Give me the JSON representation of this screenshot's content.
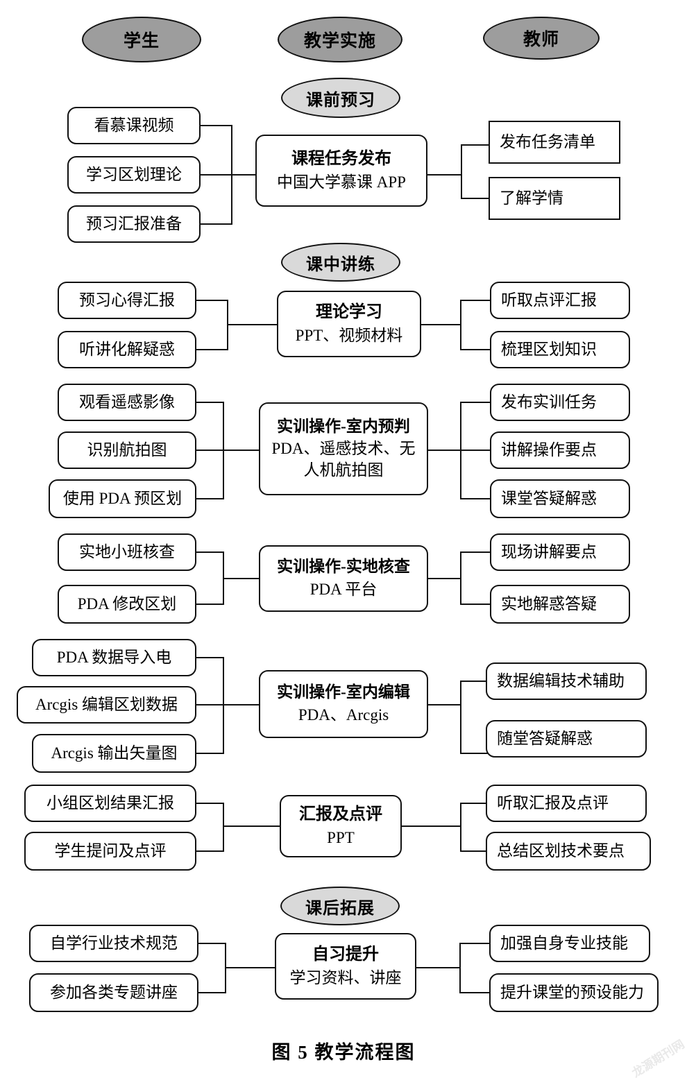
{
  "figure": {
    "caption": "图 5   教学流程图",
    "watermark": "龙源期刊网"
  },
  "colors": {
    "role_ellipse_fill": "#9d9d9d",
    "stage_ellipse_fill": "#d9d9d9",
    "box_fill": "#ffffff",
    "stroke": "#111111",
    "watermark": "#e9e9e9"
  },
  "columns": [
    {
      "id": "student",
      "label": "学生"
    },
    {
      "id": "implementation",
      "label": "教学实施"
    },
    {
      "id": "teacher",
      "label": "教师"
    }
  ],
  "stages": [
    {
      "id": "pre-class",
      "label": "课前预习"
    },
    {
      "id": "in-class",
      "label": "课中讲练"
    },
    {
      "id": "post-class",
      "label": "课后拓展"
    }
  ],
  "sections": [
    {
      "id": "course-task-release",
      "stage": "课前预习",
      "center": {
        "title": "课程任务发布",
        "subtitle": "中国大学慕课 APP"
      },
      "student": [
        "看慕课视频",
        "学习区划理论",
        "预习汇报准备"
      ],
      "teacher": [
        "发布任务清单",
        "了解学情"
      ]
    },
    {
      "id": "theory-study",
      "stage": "课中讲练",
      "center": {
        "title": "理论学习",
        "subtitle": "PPT、视频材料"
      },
      "student": [
        "预习心得汇报",
        "听讲化解疑惑"
      ],
      "teacher": [
        "听取点评汇报",
        "梳理区划知识"
      ]
    },
    {
      "id": "indoor-prejudgement",
      "stage": "",
      "center": {
        "title": "实训操作-室内预判",
        "subtitle": "PDA、遥感技术、无",
        "subtitle2": "人机航拍图"
      },
      "student": [
        "观看遥感影像",
        "识别航拍图",
        "使用 PDA 预区划"
      ],
      "teacher": [
        "发布实训任务",
        "讲解操作要点",
        "课堂答疑解惑"
      ]
    },
    {
      "id": "field-verification",
      "stage": "",
      "center": {
        "title": "实训操作-实地核查",
        "subtitle": "PDA 平台"
      },
      "student": [
        "实地小班核查",
        "PDA 修改区划"
      ],
      "teacher": [
        "现场讲解要点",
        "实地解惑答疑"
      ]
    },
    {
      "id": "indoor-editing",
      "stage": "",
      "center": {
        "title": "实训操作-室内编辑",
        "subtitle": "PDA、Arcgis"
      },
      "student": [
        "PDA  数据导入电",
        "Arcgis 编辑区划数据",
        "Arcgis 输出矢量图"
      ],
      "teacher": [
        "数据编辑技术辅助",
        "随堂答疑解惑"
      ]
    },
    {
      "id": "report-and-comment",
      "stage": "",
      "center": {
        "title": "汇报及点评",
        "subtitle": "PPT"
      },
      "student": [
        "小组区划结果汇报",
        "学生提问及点评"
      ],
      "teacher": [
        "听取汇报及点评",
        "总结区划技术要点"
      ]
    },
    {
      "id": "self-study-improvement",
      "stage": "课后拓展",
      "center": {
        "title": "自习提升",
        "subtitle": "学习资料、讲座"
      },
      "student": [
        "自学行业技术规范",
        "参加各类专题讲座"
      ],
      "teacher": [
        "加强自身专业技能",
        "提升课堂的预设能力"
      ]
    }
  ]
}
